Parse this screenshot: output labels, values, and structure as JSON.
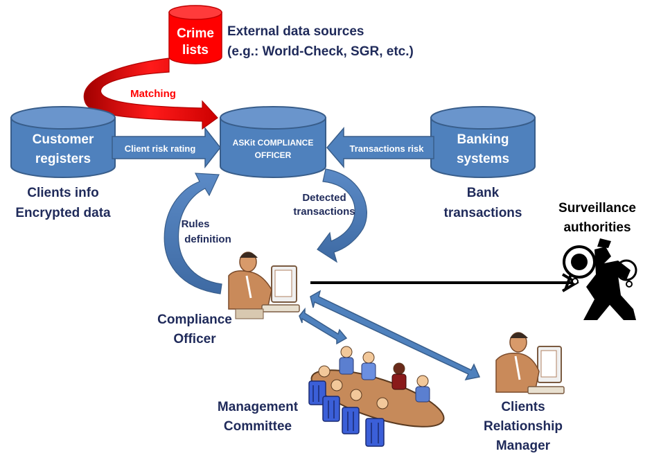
{
  "crime_lists": {
    "line1": "Crime",
    "line2": "lists"
  },
  "external_sources": {
    "line1": "External data sources",
    "line2": "(e.g.: World-Check, SGR, etc.)"
  },
  "matching_label": "Matching",
  "customer_registers": {
    "line1": "Customer",
    "line2": "registers"
  },
  "compliance_system": {
    "line1": "ASKit COMPLIANCE",
    "line2": "OFFICER"
  },
  "banking_systems": {
    "line1": "Banking",
    "line2": "systems"
  },
  "client_risk_label": "Client risk rating",
  "transactions_risk_label": "Transactions risk",
  "clients_info": {
    "line1": "Clients info",
    "line2": "Encrypted data"
  },
  "bank_transactions": {
    "line1": "Bank",
    "line2": "transactions"
  },
  "detected_transactions": {
    "line1": "Detected",
    "line2": "transactions"
  },
  "rules_definition": {
    "line1": "Rules",
    "line2": "definition"
  },
  "compliance_officer": {
    "line1": "Compliance",
    "line2": "Officer"
  },
  "surveillance": {
    "line1": "Surveillance",
    "line2": "authorities"
  },
  "management_committee": {
    "line1": "Management",
    "line2": "Committee"
  },
  "relationship_manager": {
    "line1": "Clients",
    "line2": "Relationship",
    "line3": "Manager"
  },
  "colors": {
    "cylinder_blue": "#4f81bd",
    "cylinder_stroke": "#385d8a",
    "crime_red": "#ff0000",
    "text_navy": "#1f2a5a"
  }
}
